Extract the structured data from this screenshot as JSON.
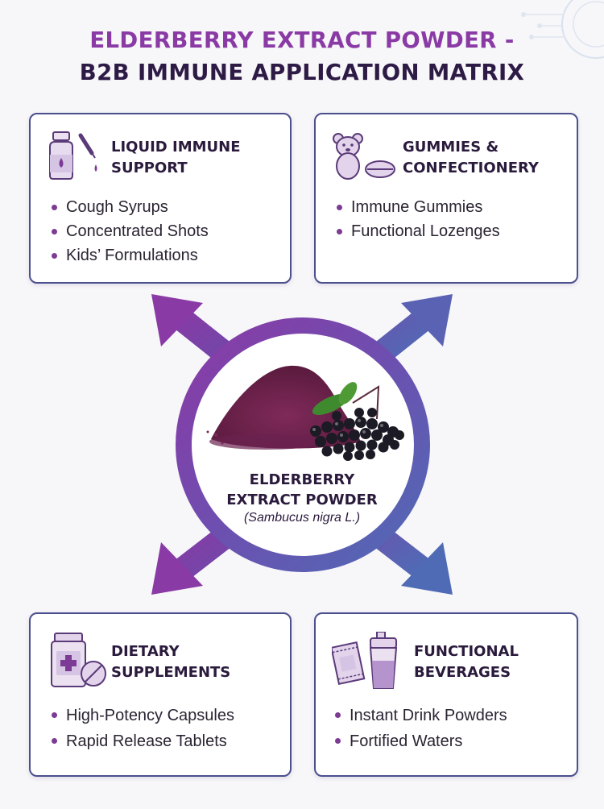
{
  "title": {
    "line1": "ELDERBERRY EXTRACT POWDER -",
    "line2": "B2B IMMUNE APPLICATION MATRIX"
  },
  "center": {
    "name_line1": "ELDERBERRY",
    "name_line2": "EXTRACT POWDER",
    "latin": "(Sambucus nigra L.)"
  },
  "cards": {
    "liquid": {
      "heading_line1": "LIQUID IMMUNE",
      "heading_line2": "SUPPORT",
      "items": [
        "Cough Syrups",
        "Concentrated Shots",
        "Kids’ Formulations"
      ],
      "icon": "syrup-bottle-dropper-icon"
    },
    "gummies": {
      "heading_line1": "GUMMIES &",
      "heading_line2": "CONFECTIONERY",
      "items": [
        "Immune Gummies",
        "Functional Lozenges"
      ],
      "icon": "gummy-bear-lozenge-icon"
    },
    "supplements": {
      "heading_line1": "DIETARY",
      "heading_line2": "SUPPLEMENTS",
      "items": [
        "High-Potency Capsules",
        "Rapid Release Tablets"
      ],
      "icon": "supplement-jar-tablet-icon"
    },
    "beverages": {
      "heading_line1": "FUNCTIONAL",
      "heading_line2": "BEVERAGES",
      "items": [
        "Instant Drink Powders",
        "Fortified Waters"
      ],
      "icon": "sachet-shaker-icon"
    }
  },
  "colors": {
    "purple": "#8a3aa5",
    "navy": "#2d1b45",
    "blue": "#4f6bb5",
    "powder": "#6e1f4a",
    "berry": "#1c1a24"
  }
}
